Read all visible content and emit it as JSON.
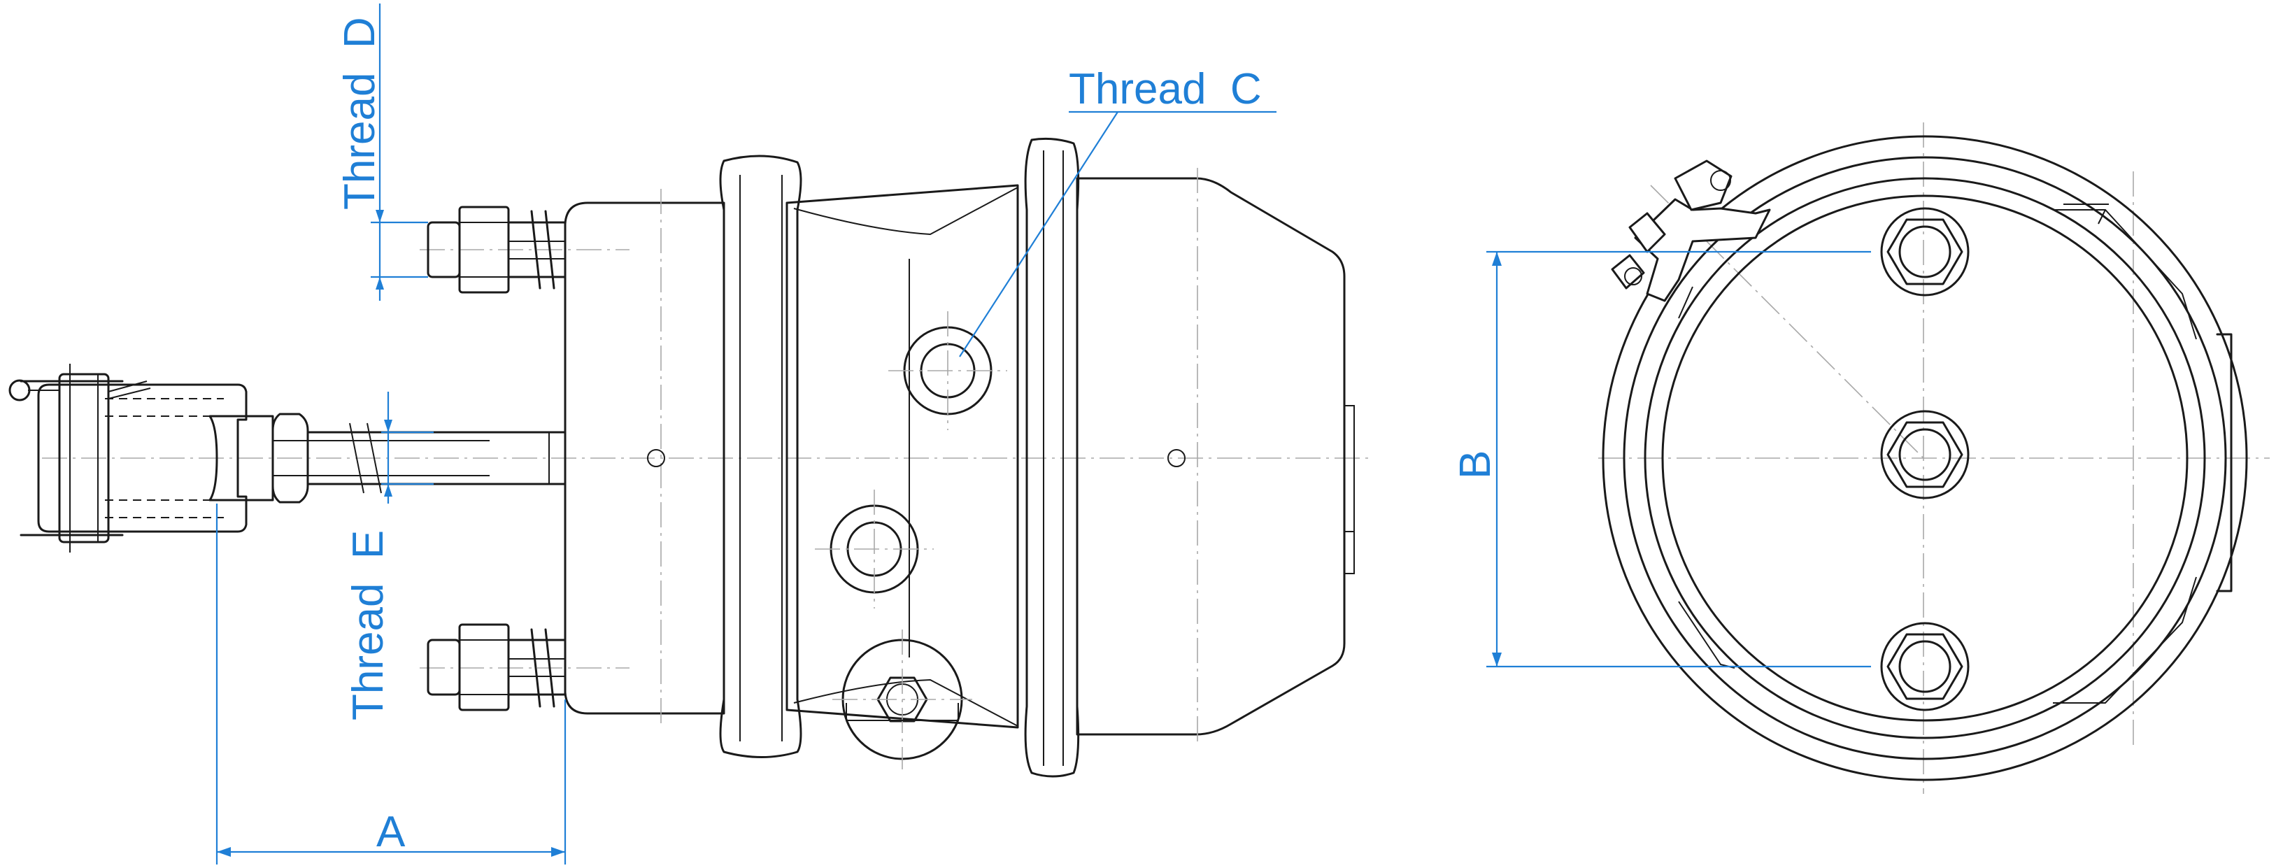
{
  "labels": {
    "thread_c": "Thread  C",
    "thread_d": "Thread  D",
    "thread_e": "Thread  E",
    "dim_a": "A",
    "dim_b": "B"
  },
  "colors": {
    "line": "#1a1a1a",
    "dimension": "#1f7fd6",
    "centerline": "#a8a8a8",
    "background": "#ffffff"
  }
}
